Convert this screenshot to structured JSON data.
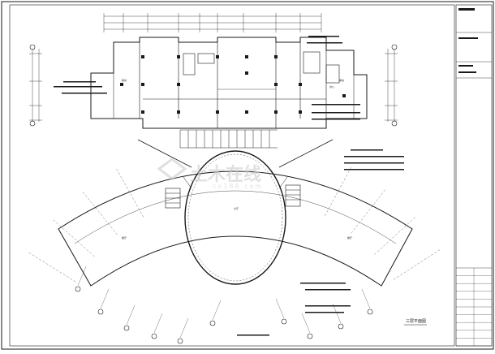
{
  "drawing": {
    "title": "三层平面图",
    "watermark": {
      "brand_cn": "土木在线",
      "brand_en": "co188.com"
    },
    "title_block_rows": 10
  },
  "rooms": [
    {
      "id": "hall",
      "label": "大厅"
    },
    {
      "id": "left-wing",
      "label": "餐厅"
    },
    {
      "id": "right-wing",
      "label": "餐厅"
    },
    {
      "id": "ne-office",
      "label": "办公"
    },
    {
      "id": "nw-room",
      "label": "客房"
    },
    {
      "id": "ne-room",
      "label": "客房"
    }
  ],
  "colors": {
    "line": "#1a1a1a",
    "accent": "#333333",
    "watermark": "#c8c8c8",
    "paper": "#ffffff"
  }
}
